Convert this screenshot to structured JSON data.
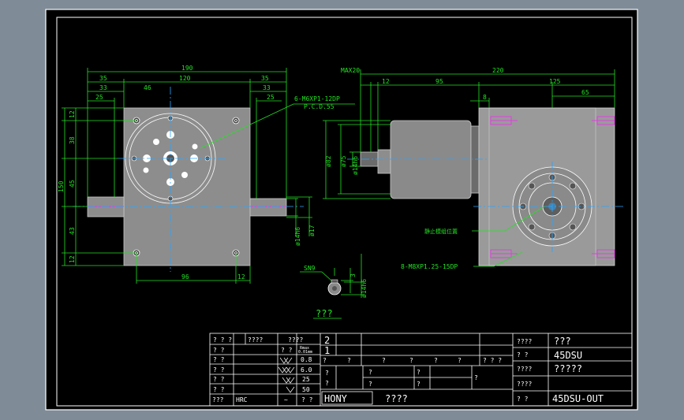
{
  "drawing": {
    "front_view": {
      "dims_top": [
        "190",
        "35",
        "120",
        "35",
        "33",
        "46",
        "33",
        "25",
        "25"
      ],
      "dims_left": [
        "12",
        "38",
        "150",
        "45",
        "43",
        "12"
      ],
      "dims_bottom": [
        "96",
        "12"
      ],
      "shaft_dims": [
        "ø14h6",
        "ø17"
      ],
      "callout_holes": [
        "6-M6XP1-12DP",
        "P.C.D.55"
      ]
    },
    "side_view": {
      "dims_top": [
        "MAX20",
        "220",
        "12",
        "95",
        "125",
        "8",
        "65"
      ],
      "dims_left": [
        "ø82",
        "ø75",
        "ø14h6"
      ],
      "callout_stop": "静止模组位置",
      "callout_mount": "8-M8XP1.25-15DP"
    },
    "keyway": {
      "labels": [
        "SN9",
        "3",
        "ø14h6"
      ],
      "caption": "???"
    }
  },
  "title_block": {
    "left_rows": [
      [
        "? ? ?",
        "????",
        "????"
      ],
      [
        "? ?",
        "",
        "? ?"
      ],
      [
        "? ?",
        "",
        "0.8"
      ],
      [
        "? ?",
        "",
        "6.0"
      ],
      [
        "? ?",
        "",
        "25"
      ],
      [
        "? ?",
        "",
        "50"
      ],
      [
        "???",
        "HRC",
        "~",
        "? ?"
      ]
    ],
    "rmax_label": "Rmax\n0.01mm",
    "center_top": [
      "2",
      "1"
    ],
    "center_row_marks": [
      "?",
      "?",
      "?",
      "?",
      "?",
      "?",
      "? ? ?"
    ],
    "center_lower_marks": [
      "?",
      "?",
      "?",
      "?",
      "?",
      "?",
      "?"
    ],
    "company": "HONY",
    "company_name": "????",
    "right_rows": [
      {
        "label": "????",
        "value": "???"
      },
      {
        "label": "? ?",
        "value": "45DSU"
      },
      {
        "label": "????",
        "value": "?????"
      },
      {
        "label": "????",
        "value": ""
      },
      {
        "label": "? ?",
        "value": "45DSU-OUT"
      }
    ]
  },
  "colors": {
    "background": "#7f8c98",
    "paper": "#000000",
    "dimension": "#23e223",
    "centerline": "#2aa6ff",
    "thread": "#e13ee1",
    "outline": "#ffffff"
  }
}
